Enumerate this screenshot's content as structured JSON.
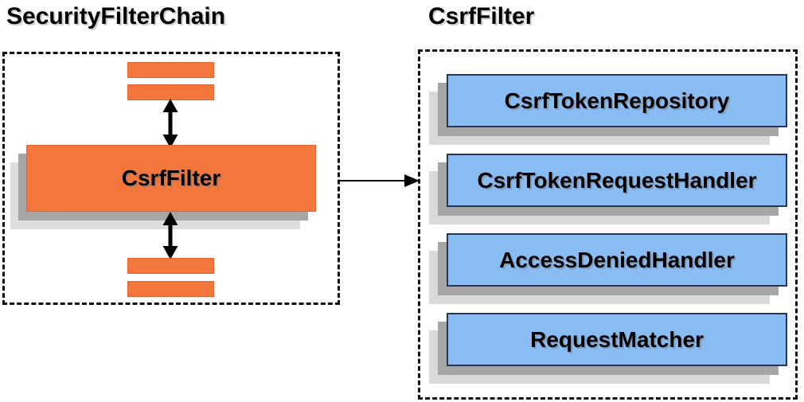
{
  "left": {
    "title": "SecurityFilterChain",
    "filter_label": "CsrfFilter"
  },
  "right": {
    "title": "CsrfFilter",
    "components": [
      "CsrfTokenRepository",
      "CsrfTokenRequestHandler",
      "AccessDeniedHandler",
      "RequestMatcher"
    ]
  },
  "icons": {
    "top_connector": "up-down-arrow-icon",
    "bottom_connector": "up-down-arrow-icon",
    "chain_to_filter": "right-arrow-icon"
  },
  "colors": {
    "orange_fill": "#F3773D",
    "orange_border": "#E2632F",
    "blue_fill": "#89BCF2",
    "blue_border": "#1F3864",
    "shadow_dark": "#A6A6A6",
    "shadow_light": "#D9D9D9",
    "dashed_border": "#111111",
    "text": "#000000",
    "background": "#FFFFFF"
  }
}
